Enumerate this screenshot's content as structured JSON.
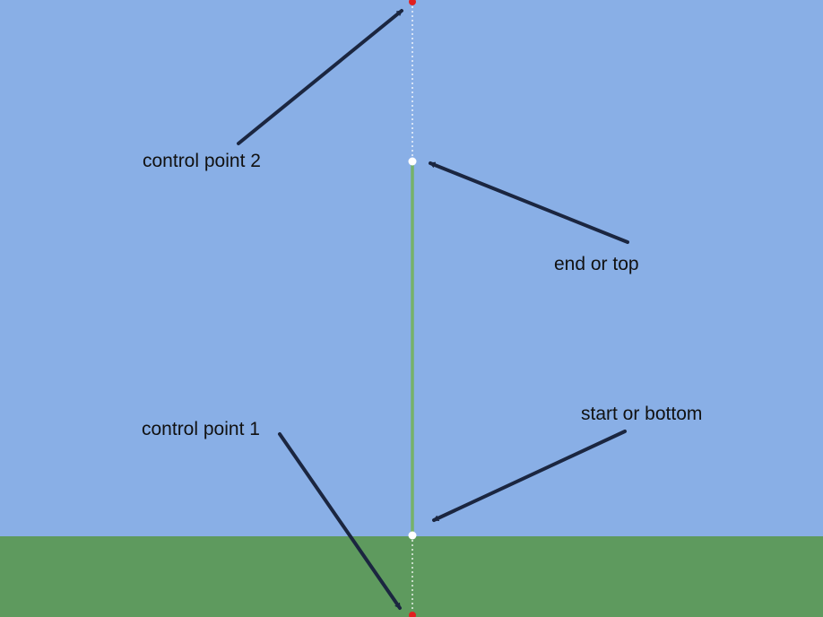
{
  "colors": {
    "sky": "#89AFE6",
    "ground": "#5E9A5E",
    "stem": "#76B26A",
    "guide": "#FFFFFF",
    "anchor_point": "#FFFFFF",
    "control_point": "#E02020",
    "arrow": "#1B2640",
    "text": "#111111"
  },
  "labels": {
    "control_point_2": "control point 2",
    "end_or_top": "end or top",
    "start_or_bottom": "start or bottom",
    "control_point_1": "control point 1"
  }
}
